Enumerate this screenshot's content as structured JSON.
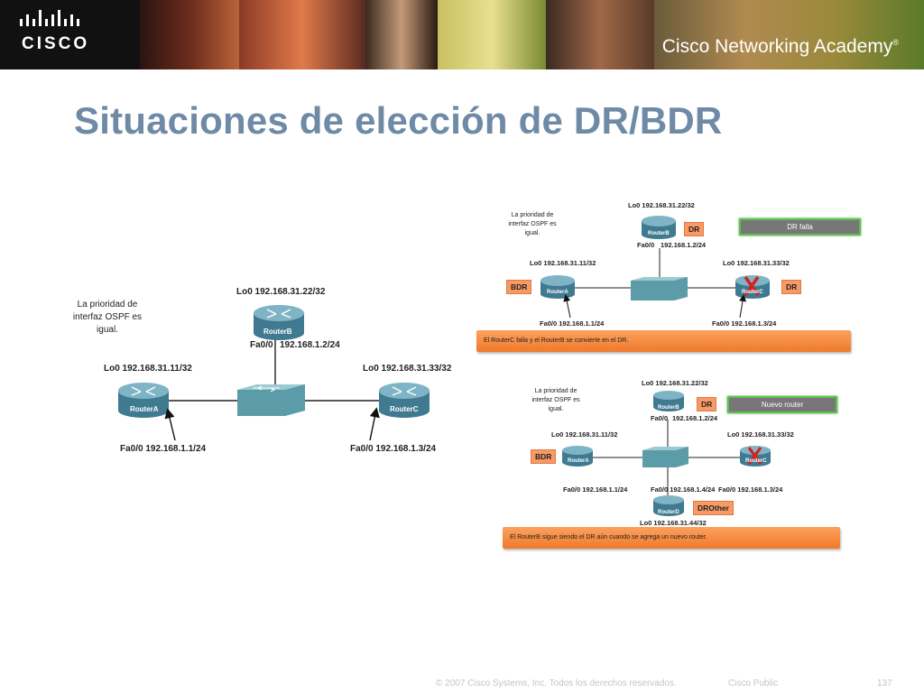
{
  "header": {
    "logo_text": "CISCO",
    "academy_text": "Cisco Networking Academy",
    "academy_mark": "®"
  },
  "slide": {
    "title": "Situaciones de elección de DR/BDR"
  },
  "left_diagram": {
    "note_line1": "La prioridad de",
    "note_line2": "interfaz OSPF es",
    "note_line3": "igual.",
    "routerA": {
      "name": "RouterA",
      "lo": "Lo0 192.168.31.11/32",
      "fa": "Fa0/0 192.168.1.1/24"
    },
    "routerB": {
      "name": "RouterB",
      "lo": "Lo0 192.168.31.22/32",
      "fa_if": "Fa0/0",
      "fa_ip": "192.168.1.2/24"
    },
    "routerC": {
      "name": "RouterC",
      "lo": "Lo0 192.168.31.33/32",
      "fa": "Fa0/0 192.168.1.3/24"
    }
  },
  "top_right_diagram": {
    "note_line1": "La prioridad de",
    "note_line2": "interfaz OSPF es",
    "note_line3": "igual.",
    "status": "DR falla",
    "routerA": {
      "name": "RouterA",
      "lo": "Lo0 192.168.31.11/32",
      "fa": "Fa0/0 192.168.1.1/24",
      "role": "BDR"
    },
    "routerB": {
      "name": "RouterB",
      "lo": "Lo0 192.168.31.22/32",
      "fa_if": "Fa0/0",
      "fa_ip": "192.168.1.2/24",
      "role": "DR"
    },
    "routerC": {
      "name": "RouterC",
      "lo": "Lo0 192.168.31.33/32",
      "fa": "Fa0/0 192.168.1.3/24",
      "role": "DR"
    },
    "caption": "El RouterC falla y el RouterB se convierte en el DR."
  },
  "bottom_right_diagram": {
    "note_line1": "La prioridad de",
    "note_line2": "interfaz OSPF es",
    "note_line3": "igual.",
    "status": "Nuevo router",
    "routerA": {
      "name": "RouterA",
      "lo": "Lo0 192.168.31.11/32",
      "fa": "Fa0/0 192.168.1.1/24",
      "role": "BDR"
    },
    "routerB": {
      "name": "RouterB",
      "lo": "Lo0 192.168.31.22/32",
      "fa_if": "Fa0/0",
      "fa_ip": "192.168.1.2/24",
      "role": "DR"
    },
    "routerC": {
      "name": "RouterC",
      "lo": "Lo0 192.168.31.33/32",
      "fa": "Fa0/0 192.168.1.3/24"
    },
    "routerD": {
      "name": "RouterD",
      "lo": "Lo0 192.168.31.44/32",
      "fa": "Fa0/0 192.168.1.4/24",
      "role": "DROther"
    },
    "caption": "El RouterB sigue siendo el DR aún cuando se agrega un nuevo router."
  },
  "footer": {
    "copyright": "© 2007 Cisco Systems, Inc. Todos los derechos reservados.",
    "classification": "Cisco Public",
    "page_number": "137"
  },
  "colors": {
    "title": "#6e8aa6",
    "role_label": "#f79a66",
    "caption_bar": "#ef7a2a",
    "status_border": "#5cc24d",
    "router": "#4a7f96",
    "failure_x": "#d42020"
  }
}
